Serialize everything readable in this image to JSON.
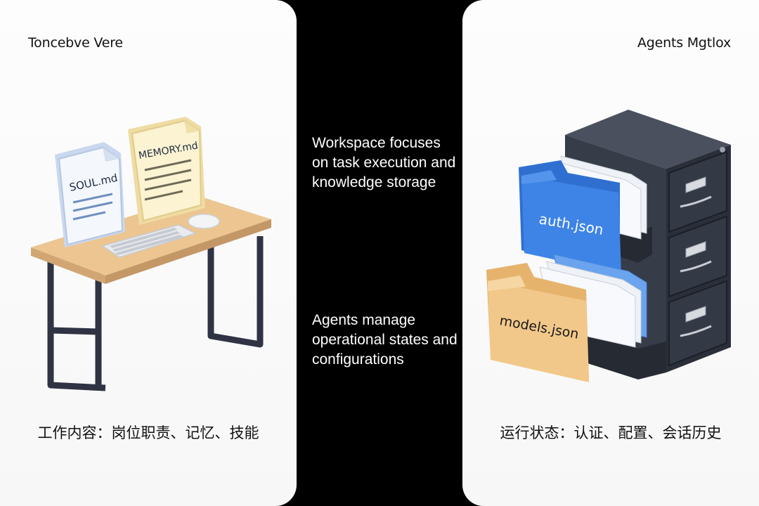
{
  "left_panel": {
    "title": "Toncebve Vere",
    "caption": "工作内容：岗位职责、记忆、技能",
    "file_soul": "SOUL.md",
    "file_memory": "MEMORY.md"
  },
  "right_panel": {
    "title": "Agents Mgtlox",
    "caption": "运行状态：认证、配置、会话历史",
    "file_auth": "auth.json",
    "file_models": "models.json"
  },
  "center": {
    "top_text": "Workspace focuses on task execution and knowledge storage",
    "bottom_text": "Agents manage operational states and configurations"
  },
  "colors": {
    "background": "#000000",
    "panel": "#f9f9f9",
    "desk_top": "#e9c08d",
    "desk_frame": "#2f3344",
    "cabinet": "#2b2f3a",
    "folder_blue": "#3d84e6",
    "folder_orange": "#f2c88a"
  }
}
